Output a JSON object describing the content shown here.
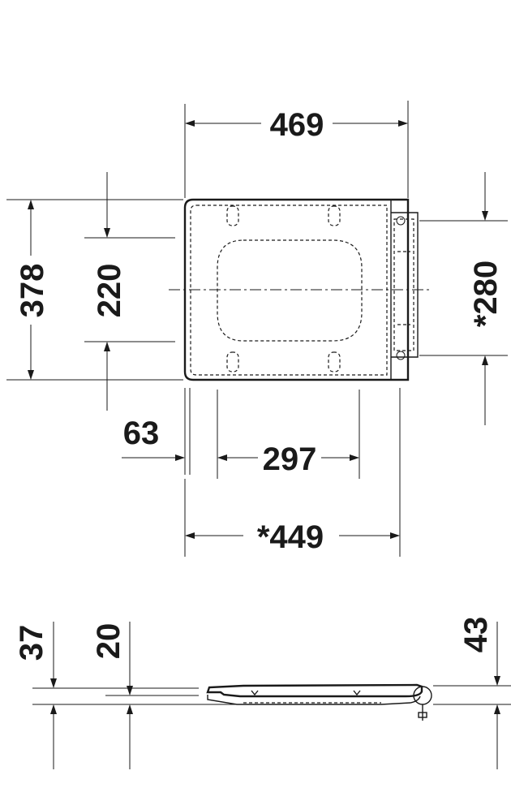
{
  "top_view": {
    "dim_overall_width": "469",
    "dim_overall_length": "378",
    "dim_fixing_offset": "220",
    "dim_hinge_distance": "*280",
    "dim_offset_63": "63",
    "dim_fixing_spacing": "297",
    "dim_base_width": "*449"
  },
  "side_view": {
    "dim_thickness_37": "37",
    "dim_thickness_20": "20",
    "dim_height_43": "43"
  }
}
